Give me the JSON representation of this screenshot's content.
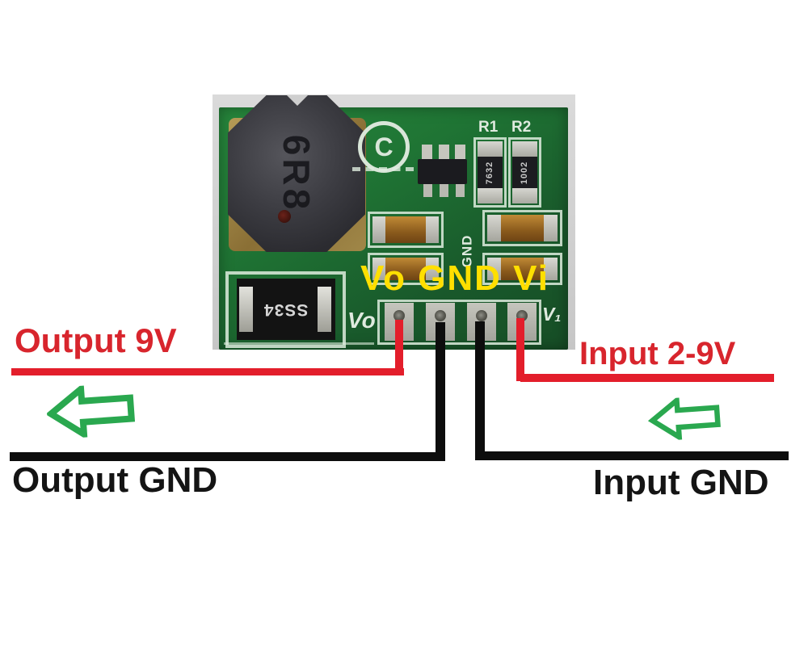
{
  "board": {
    "copyright_mark": "C",
    "inductor_marking": "6R8",
    "diode_marking": "SS34",
    "resistors": {
      "r1_label": "R1",
      "r2_label": "R2",
      "r1_marking": "7632",
      "r2_marking": "1002"
    },
    "silkscreen": {
      "gnd_vertical": "GND",
      "vo_pad_label": "Vo",
      "vi_pad_label": "V₁"
    },
    "pin_overlay": {
      "text": "Vo GND Vi",
      "color": "#ffdf00"
    },
    "pcb_color": "#1f7434"
  },
  "annotations": {
    "output_voltage_label": "Output 9V",
    "input_voltage_label": "Input 2-9V",
    "output_gnd_label": "Output GND",
    "input_gnd_label": "Input GND",
    "red_color": "#d8252d",
    "black_color": "#141414",
    "arrow_color": "#2aa84f"
  }
}
